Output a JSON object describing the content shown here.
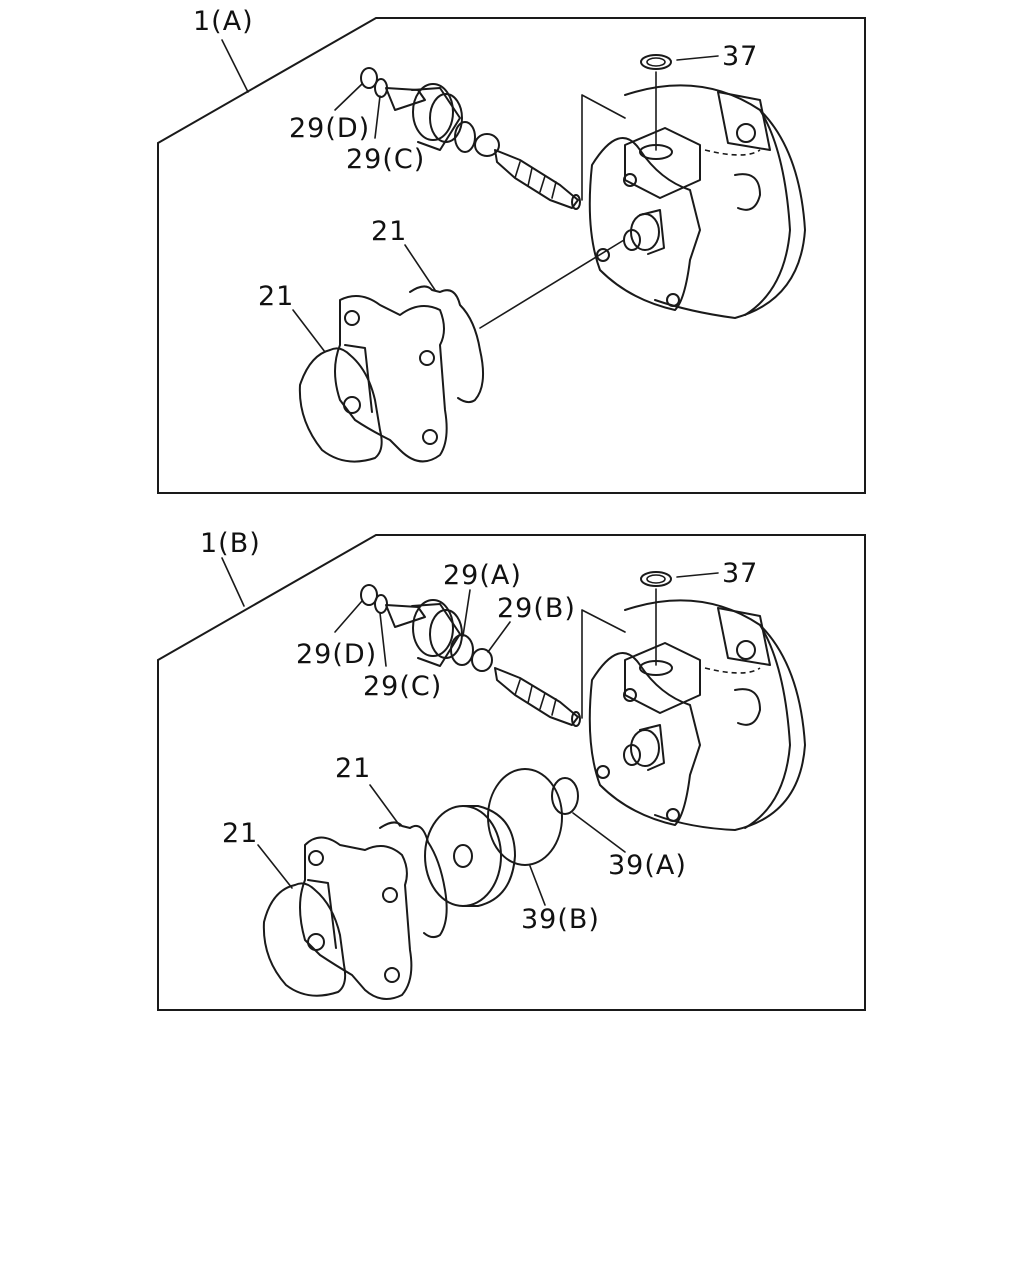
{
  "panels": [
    {
      "title": "1(A)",
      "callouts": {
        "c37": "37",
        "c29d": "29(D)",
        "c29c": "29(C)",
        "c21a": "21",
        "c21b": "21"
      }
    },
    {
      "title": "1(B)",
      "callouts": {
        "c37": "37",
        "c29a": "29(A)",
        "c29b": "29(B)",
        "c29d": "29(D)",
        "c29c": "29(C)",
        "c21a": "21",
        "c21b": "21",
        "c39a": "39(A)",
        "c39b": "39(B)"
      }
    }
  ]
}
